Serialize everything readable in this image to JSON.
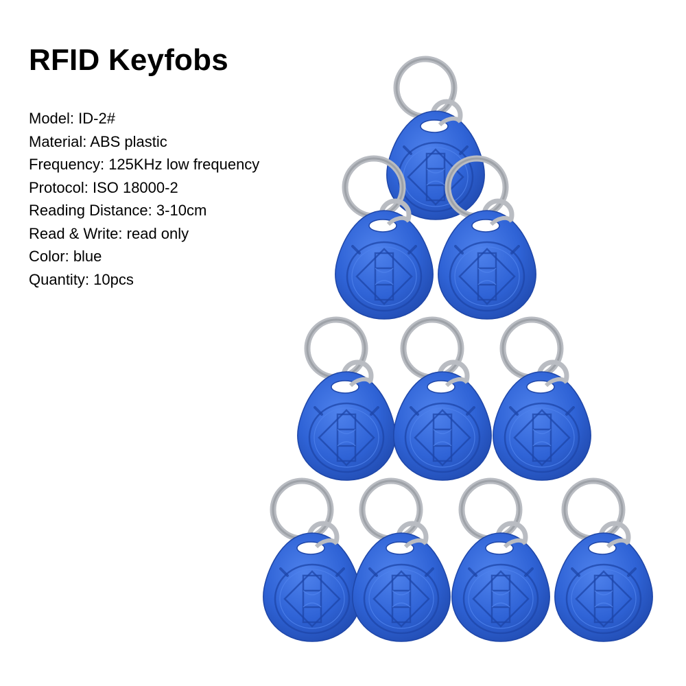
{
  "title": "RFID Keyfobs",
  "specs": [
    {
      "label": "Model",
      "value": "ID-2#"
    },
    {
      "label": "Material",
      "value": "ABS plastic"
    },
    {
      "label": "Frequency",
      "value": "125KHz low frequency"
    },
    {
      "label": "Protocol",
      "value": "ISO 18000-2"
    },
    {
      "label": "Reading Distance",
      "value": "3-10cm"
    },
    {
      "label": "Read & Write",
      "value": "read only"
    },
    {
      "label": "Color",
      "value": "blue"
    },
    {
      "label": "Quantity",
      "value": "10pcs"
    }
  ],
  "photo": {
    "keyfob_count": 10,
    "colors": {
      "fob": "#2f63d6",
      "fob_dark": "#1e46a8",
      "fob_light": "#4f82ec",
      "ring": "#b9bcc2",
      "ring_dark": "#7f838a"
    }
  }
}
